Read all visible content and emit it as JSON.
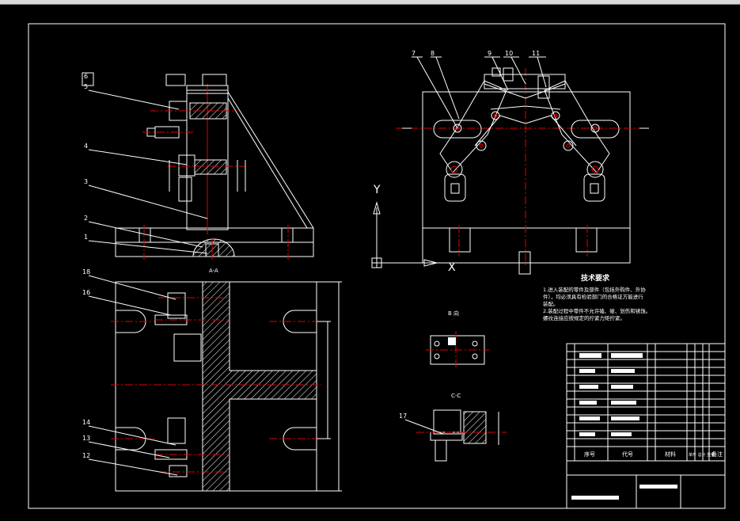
{
  "window": {
    "title_bar": ""
  },
  "drawing": {
    "balloons_side": [
      "6",
      "5",
      "4",
      "3",
      "2",
      "1"
    ],
    "balloons_plan": [
      "18",
      "16",
      "14",
      "13",
      "12"
    ],
    "balloons_top": [
      "7",
      "8",
      "9",
      "10",
      "11"
    ],
    "section_aa": "A-A",
    "view_b": "B 向",
    "section_cc": "C-C",
    "balloon_cc": "17",
    "axis_y": "Y",
    "axis_x": "X",
    "tech_title": "技术要求",
    "tech_notes": [
      "1.进入装配的零件及部件（包括外购件、外协",
      "件），均必须具有检验部门的合格证方能进行",
      "装配。",
      "2.装配过程中零件不允许磕、碰、划伤和锈蚀。",
      "螺纹连接应按规定的拧紧力矩拧紧。"
    ],
    "title_block": {
      "col_seq": "序号",
      "col_code": "代号",
      "col_material": "材料",
      "col_weight": "单件 总计 重量",
      "col_note": "备注"
    }
  }
}
